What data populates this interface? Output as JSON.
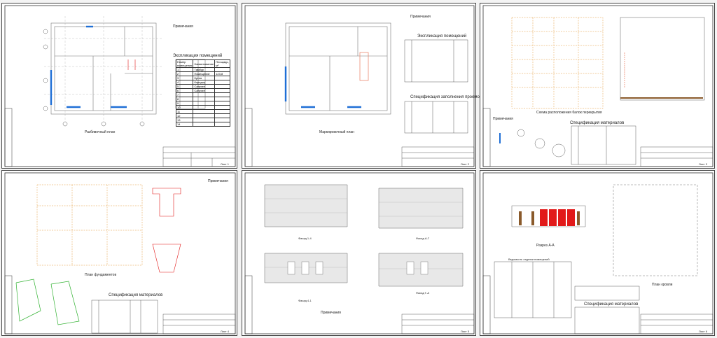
{
  "sheets": [
    {
      "id": "sheet-1",
      "notes_title": "Примечания",
      "table_title": "Экспликация помещений",
      "plan_caption": "Разбивочный план",
      "col_headers": [
        "Номер помещения",
        "Наименование",
        "Площадь, м²"
      ],
      "rows": [
        [
          "1",
          "Тамбур",
          ""
        ],
        [
          "2",
          "Помещение",
          "123,8"
        ],
        [
          "3",
          "Кухня",
          ""
        ],
        [
          "4",
          "Коридор",
          ""
        ],
        [
          "5",
          "Санузел",
          ""
        ],
        [
          "6",
          "Санузел",
          ""
        ],
        [
          "7",
          "",
          ""
        ],
        [
          "8",
          "",
          ""
        ],
        [
          "9",
          "",
          ""
        ],
        [
          "10",
          "",
          ""
        ],
        [
          "11",
          "",
          ""
        ],
        [
          "12",
          "",
          ""
        ],
        [
          "13",
          "",
          ""
        ],
        [
          "14",
          "",
          ""
        ]
      ],
      "sheet_no": "Лист 1"
    },
    {
      "id": "sheet-2",
      "notes_title": "Примечания",
      "table_title": "Экспликация помещений",
      "table2_title": "Спецификация заполнения проемов",
      "plan_caption": "Маркировочный план",
      "sheet_no": "Лист 2"
    },
    {
      "id": "sheet-3",
      "notes_title": "Примечания",
      "spec_title": "Спецификация материалов",
      "plan_caption": "Схема расположения балок перекрытия",
      "sheet_no": "Лист 3"
    },
    {
      "id": "sheet-4",
      "notes_title": "Примечания",
      "spec_title": "Спецификация материалов",
      "plan_caption": "План фундаментов",
      "sheet_no": "Лист 4"
    },
    {
      "id": "sheet-5",
      "notes_title": "Примечания",
      "facade_captions": [
        "Фасад 1-4",
        "Фасад А-Г",
        "Фасад 4-1",
        "Фасад Г-А"
      ],
      "sheet_no": "Лист 5"
    },
    {
      "id": "sheet-6",
      "section_caption": "Разрез А-А",
      "finish_title": "Ведомость отделки помещений",
      "spec_title": "Спецификация материалов",
      "roof_caption": "План кровли",
      "sheet_no": "Лист 6"
    }
  ],
  "colors": {
    "sheet_border": "#444444",
    "wall_blue": "#1f6fd6",
    "door_red": "#e21a1a",
    "window_brown": "#8a5a2b",
    "grid_green": "#2fb12f",
    "beam_orange": "#e39b3a",
    "plan_grey": "#777777"
  }
}
